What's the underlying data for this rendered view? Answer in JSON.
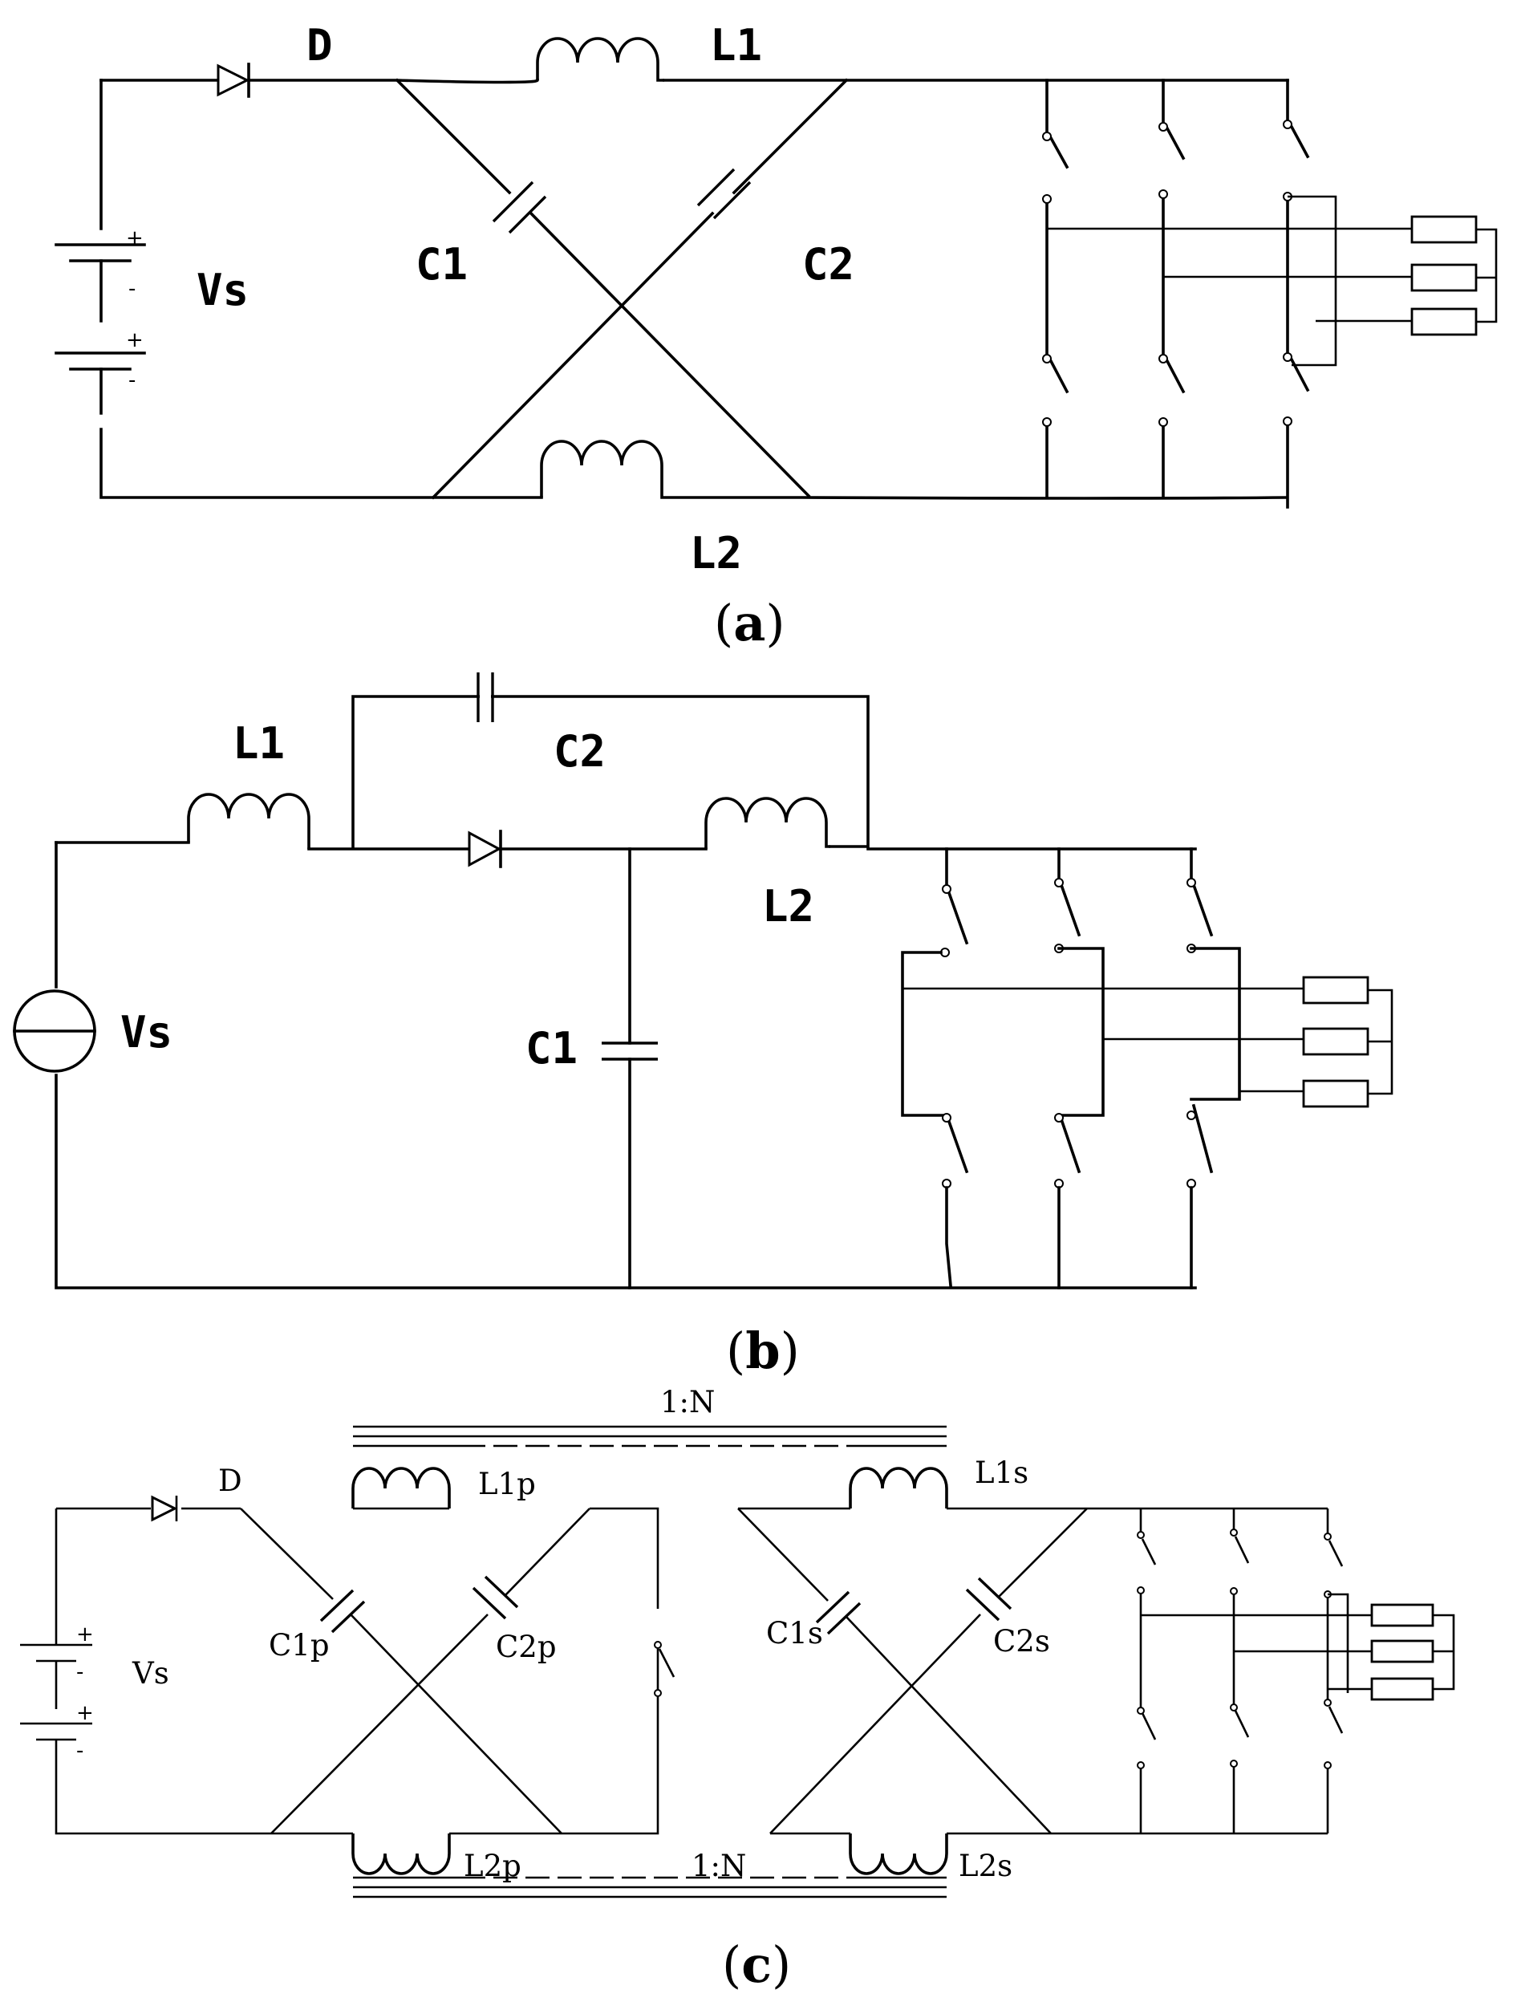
{
  "panel_a": {
    "caption_letter": "a",
    "labels": {
      "diode": "D",
      "inductor_top": "L1",
      "inductor_bottom": "L2",
      "cap_left": "C1",
      "cap_right": "C2",
      "source": "Vs"
    },
    "source_signs": {
      "plus": "+",
      "minus": "-"
    }
  },
  "panel_b": {
    "caption_letter": "b",
    "labels": {
      "inductor_input": "L1",
      "cap_bridge": "C2",
      "inductor_output": "L2",
      "cap_shunt": "C1",
      "source": "Vs"
    }
  },
  "panel_c": {
    "caption_letter": "c",
    "labels": {
      "diode": "D",
      "primary_top": "L1p",
      "primary_bottom": "L2p",
      "cap_primary_left": "C1p",
      "cap_primary_right": "C2p",
      "source": "Vs",
      "secondary_top": "L1s",
      "secondary_bottom": "L2s",
      "cap_secondary_left": "C1s",
      "cap_secondary_right": "C2s",
      "ratio_top": "1:N",
      "ratio_bottom": "1:N"
    },
    "source_signs": {
      "plus": "+",
      "minus": "-"
    }
  },
  "caption_parens": {
    "open": "(",
    "close": ")"
  },
  "colors": {
    "ink": "#000000",
    "background": "#ffffff"
  }
}
